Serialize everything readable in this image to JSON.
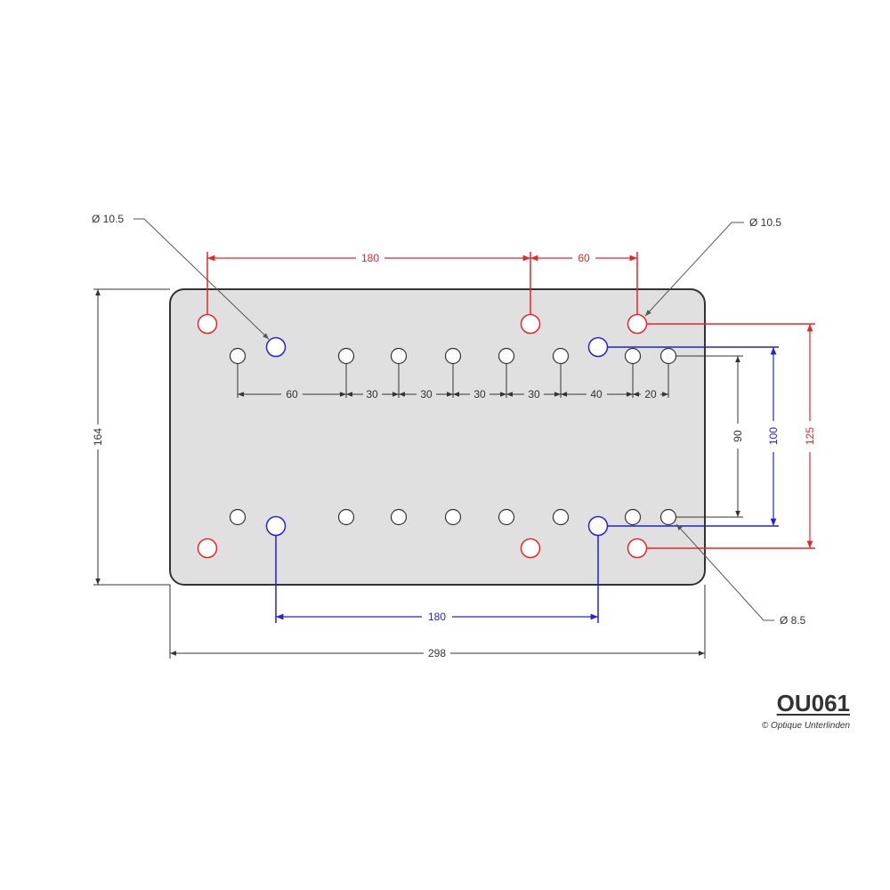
{
  "colors": {
    "plate_fill": "#e0e0e0",
    "plate_stroke": "#333333",
    "red": "#e8262a",
    "blue": "#2121e0",
    "black": "#333333",
    "leader": "#555555"
  },
  "callouts": {
    "top_left": "Ø 10.5",
    "top_right": "Ø 10.5",
    "bottom_right": "Ø 8.5"
  },
  "dimensions": {
    "red_top_180": "180",
    "red_top_60": "60",
    "black_row": [
      "60",
      "30",
      "30",
      "30",
      "30",
      "40",
      "20"
    ],
    "height_164": "164",
    "width_298": "298",
    "blue_bottom_180": "180",
    "vert_90": "90",
    "vert_100": "100",
    "vert_125": "125"
  },
  "title": {
    "part_code": "OU061",
    "copyright": "© Optique Unterlinden"
  }
}
